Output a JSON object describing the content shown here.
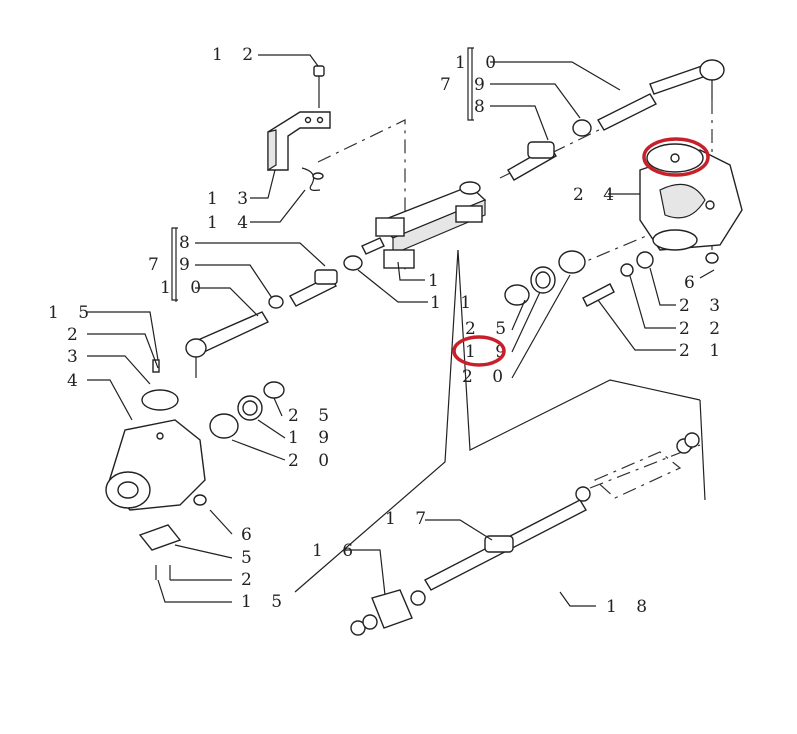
{
  "labels": [
    {
      "id": "12",
      "text": "1 2"
    },
    {
      "id": "13",
      "text": "1 3"
    },
    {
      "id": "14",
      "text": "1 4"
    },
    {
      "id": "10a",
      "text": "1 0"
    },
    {
      "id": "7a",
      "text": "7"
    },
    {
      "id": "9a",
      "text": "9"
    },
    {
      "id": "8a",
      "text": "8"
    },
    {
      "id": "24",
      "text": "2 4"
    },
    {
      "id": "8b",
      "text": "8"
    },
    {
      "id": "7b",
      "text": "7"
    },
    {
      "id": "9b",
      "text": "9"
    },
    {
      "id": "10b",
      "text": "1 0"
    },
    {
      "id": "1",
      "text": "1"
    },
    {
      "id": "11",
      "text": "1 1"
    },
    {
      "id": "6a",
      "text": "6"
    },
    {
      "id": "23",
      "text": "2 3"
    },
    {
      "id": "22",
      "text": "2 2"
    },
    {
      "id": "21",
      "text": "2 1"
    },
    {
      "id": "25a",
      "text": "2 5"
    },
    {
      "id": "19a",
      "text": "1 9"
    },
    {
      "id": "20a",
      "text": "2 0"
    },
    {
      "id": "15a",
      "text": "1 5"
    },
    {
      "id": "2a",
      "text": "2"
    },
    {
      "id": "3",
      "text": "3"
    },
    {
      "id": "4",
      "text": "4"
    },
    {
      "id": "25b",
      "text": "2 5"
    },
    {
      "id": "19b",
      "text": "1 9"
    },
    {
      "id": "20b",
      "text": "2 0"
    },
    {
      "id": "6b",
      "text": "6"
    },
    {
      "id": "5",
      "text": "5"
    },
    {
      "id": "2b",
      "text": "2"
    },
    {
      "id": "15b",
      "text": "1 5"
    },
    {
      "id": "17",
      "text": "1 7"
    },
    {
      "id": "16",
      "text": "1 6"
    },
    {
      "id": "18",
      "text": "1 8"
    }
  ],
  "highlight_color": "#c8202a"
}
